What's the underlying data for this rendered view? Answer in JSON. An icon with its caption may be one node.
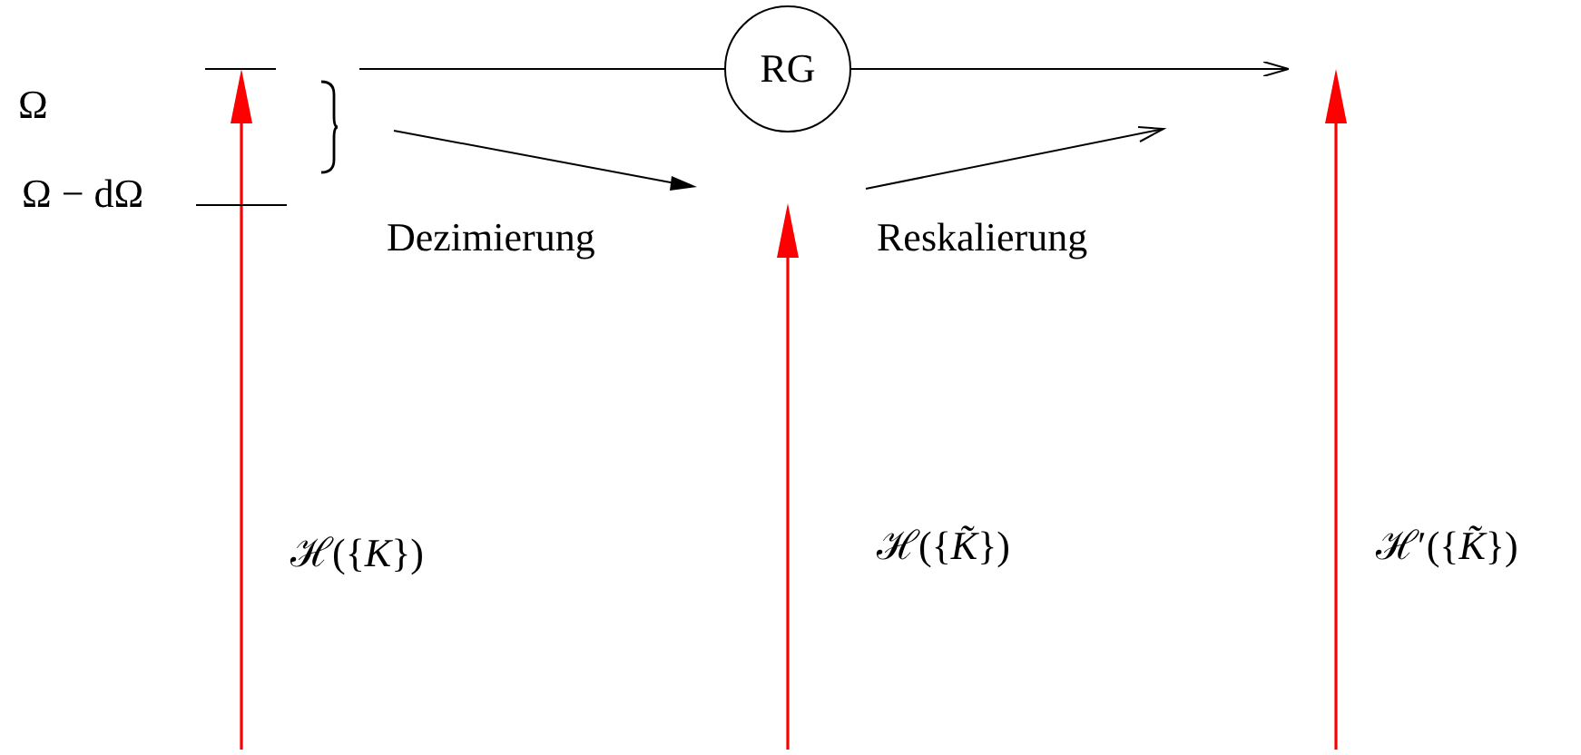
{
  "diagram": {
    "nodes": [
      {
        "text": [
          "RG"
        ]
      },
      {
        "text": [],
        "shape": "brace"
      }
    ],
    "edges": [
      {
        "from": 1,
        "to": 0,
        "arrow": "none"
      },
      {
        "from": 0,
        "to": null,
        "arrow": "to"
      }
    ],
    "labels": [
      "Ω",
      "Ω − dΩ",
      "Dezimierung",
      "Reskalierung",
      "ℋ({*K*})",
      "ℋ({*K̃*})",
      "ℋ′({*K̃*})"
    ]
  }
}
